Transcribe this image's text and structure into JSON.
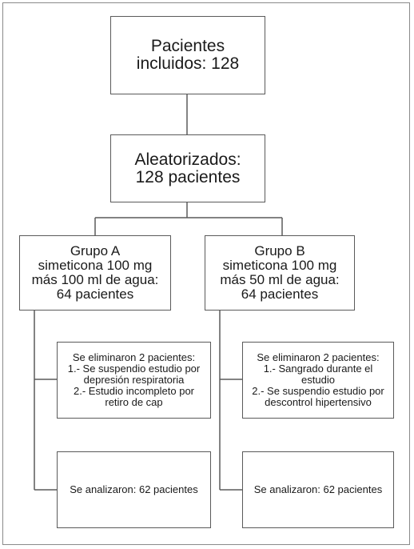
{
  "flow": {
    "included": {
      "line1": "Pacientes",
      "line2": "incluidos:  128"
    },
    "randomized": {
      "line1": "Aleatorizados:",
      "line2": "128 pacientes"
    },
    "group_a": {
      "line1": "Grupo A",
      "line2": "simeticona 100 mg",
      "line3": "más 100 ml de agua:",
      "line4": "64 pacientes",
      "excluded": {
        "line1": "Se eliminaron 2 pacientes:",
        "line2": "1.- Se suspendio estudio por",
        "line3": "depresión respiratoria",
        "line4": "2.- Estudio incompleto por",
        "line5": "retiro de cap"
      },
      "analyzed": "Se analizaron: 62 pacientes"
    },
    "group_b": {
      "line1": "Grupo B",
      "line2": "simeticona 100 mg",
      "line3": "más 50 ml de agua:",
      "line4": "64 pacientes",
      "excluded": {
        "line1": "Se eliminaron 2 pacientes:",
        "line2": "1.- Sangrado durante el",
        "line3": "estudio",
        "line4": "2.- Se suspendio estudio por",
        "line5": "descontrol hipertensivo"
      },
      "analyzed": "Se analizaron: 62 pacientes"
    }
  }
}
